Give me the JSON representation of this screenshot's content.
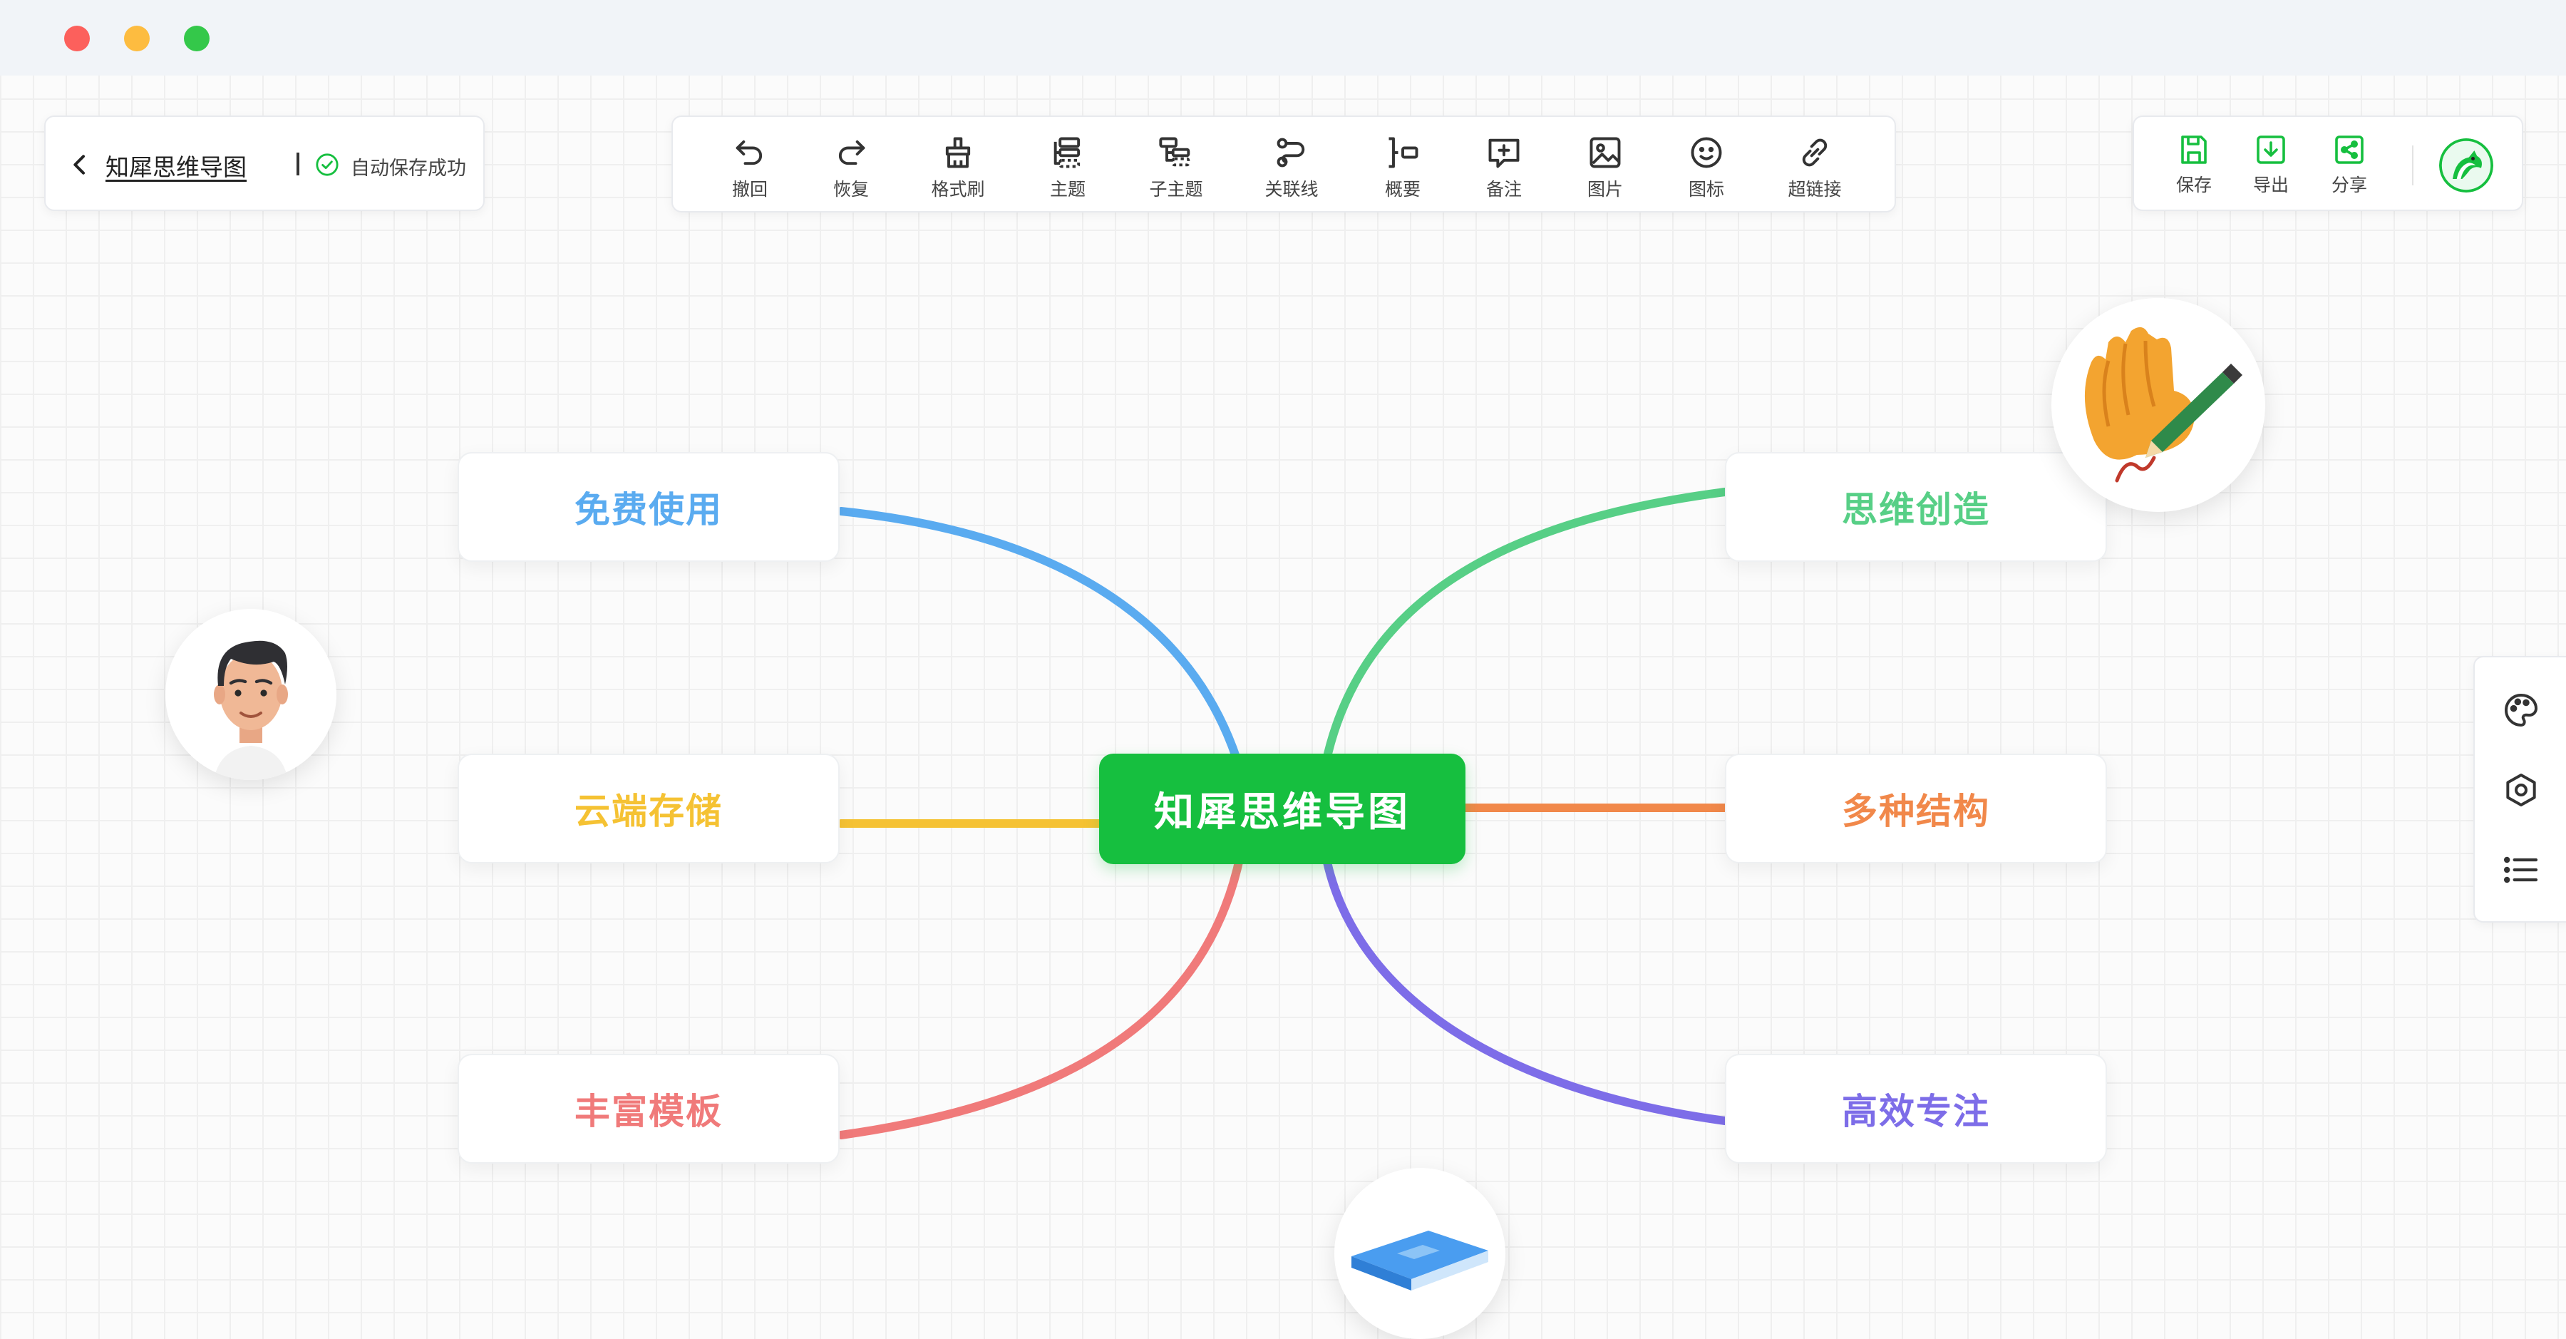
{
  "window": {
    "traffic_lights": {
      "close": "#fc605c",
      "minimize": "#fdbc40",
      "maximize": "#34c84a"
    }
  },
  "doc": {
    "title": "知犀思维导图",
    "save_status": "自动保存成功"
  },
  "toolbar": {
    "items": [
      {
        "label": "撤回",
        "icon": "undo-icon"
      },
      {
        "label": "恢复",
        "icon": "redo-icon"
      },
      {
        "label": "格式刷",
        "icon": "format-brush-icon"
      },
      {
        "label": "主题",
        "icon": "topic-icon"
      },
      {
        "label": "子主题",
        "icon": "subtopic-icon"
      },
      {
        "label": "关联线",
        "icon": "relation-line-icon"
      },
      {
        "label": "概要",
        "icon": "summary-icon"
      },
      {
        "label": "备注",
        "icon": "note-icon"
      },
      {
        "label": "图片",
        "icon": "image-icon"
      },
      {
        "label": "图标",
        "icon": "emoji-icon"
      },
      {
        "label": "超链接",
        "icon": "link-icon"
      }
    ]
  },
  "actions": {
    "save": "保存",
    "export": "导出",
    "share": "分享",
    "accent": "#16bf3f"
  },
  "mindmap": {
    "root": "知犀思维导图",
    "root_color": "#16bf3f",
    "branches": [
      {
        "label": "免费使用",
        "color": "#5aabf0",
        "side": "left"
      },
      {
        "label": "云端存储",
        "color": "#f5c233",
        "side": "left"
      },
      {
        "label": "丰富模板",
        "color": "#f07a7a",
        "side": "left"
      },
      {
        "label": "思维创造",
        "color": "#57cf86",
        "side": "right"
      },
      {
        "label": "多种结构",
        "color": "#f1884a",
        "side": "right"
      },
      {
        "label": "高效专注",
        "color": "#7d6de8",
        "side": "right"
      }
    ]
  },
  "side_tools": [
    "palette-icon",
    "structure-icon",
    "outline-icon"
  ]
}
